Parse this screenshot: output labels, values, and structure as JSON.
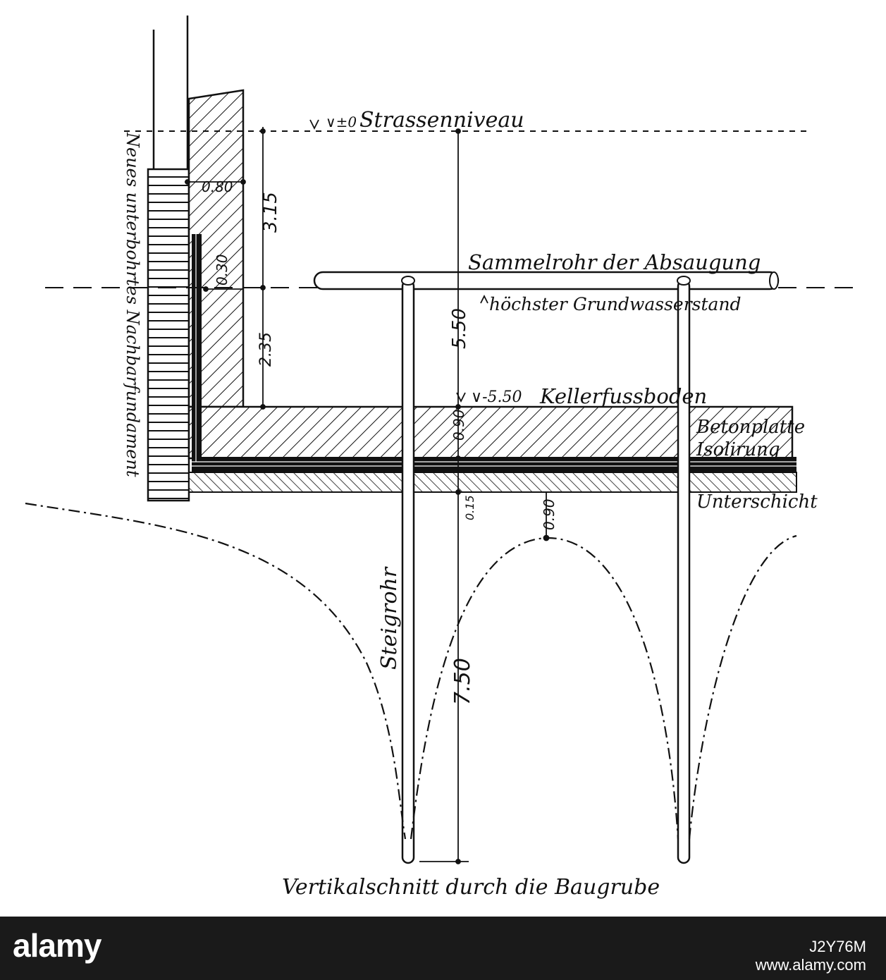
{
  "labels": {
    "strassenniveau": "Strassenniveau",
    "level_zero": "∨±0",
    "sammelrohr": "Sammelrohr der Absaugung",
    "grundwasser": "höchster Grundwasserstand",
    "level_minus": "∨-5.50",
    "kellerfussboden": "Kellerfussboden",
    "betonplatte": "Betonplatte",
    "isolirung": "Isolirung",
    "unterschicht": "Unterschicht",
    "steigrohr": "Steigrohr",
    "nachbar": "Neues unterbohrtes Nachbarfundament",
    "caption": "Vertikalschnitt durch die Baugrube"
  },
  "dimensions": {
    "d_080": "0.80",
    "d_315": "3.15",
    "d_030": "0.30",
    "d_235": "2.35",
    "d_550": "5.50",
    "d_090a": "0.90",
    "d_015": "0.15",
    "d_090b": "0.90",
    "d_750": "7.50"
  },
  "footer": {
    "brand": "alamy",
    "image_id": "J2Y76M",
    "site": "www.alamy.com"
  }
}
